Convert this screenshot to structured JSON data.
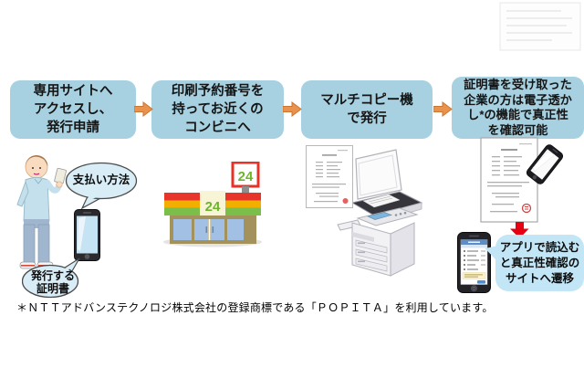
{
  "diagram": {
    "steps": [
      {
        "label": "専用サイトへ\nアクセスし、\n発行申請"
      },
      {
        "label": "印刷予約番号を\n持ってお近くの\nコンビニへ"
      },
      {
        "label": "マルチコピー機\nで発行"
      },
      {
        "label": "証明書を受け取った\n企業の方は電子透か\nし*の機能で真正性\nを確認可能"
      }
    ],
    "bubbles": {
      "payment": "支払い方法",
      "certificate": "発行する\n証明書",
      "app": "アプリで読込む\nと真正性確認の\nサイトへ遷移"
    },
    "store": {
      "sign": "24",
      "awning": "24"
    },
    "footnote": "＊ＮＴＴアドバンステクノロジ株式会社の登録商標である「ＰＯＰＩＴＡ」を利用しています。",
    "colors": {
      "step_box": "#a7d1e0",
      "flow_arrow": "#e8924e",
      "red_arrow": "#e60012",
      "bubble_fill": "#d9edf7",
      "app_bubble_fill": "#c3e6f6",
      "store_red": "#e8352c",
      "store_yellow": "#f2af00",
      "store_green": "#7cbe4a",
      "sign_green": "#6cb52d"
    }
  }
}
